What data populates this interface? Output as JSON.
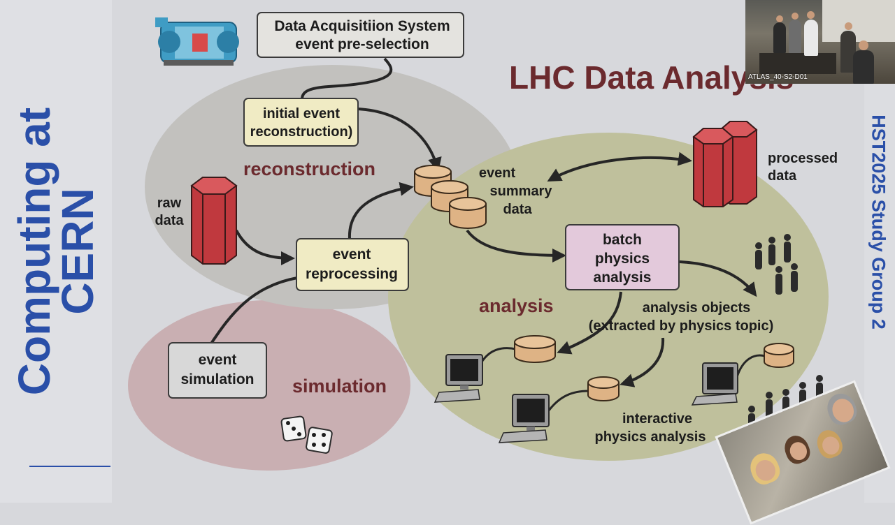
{
  "slide": {
    "left_title": "Computing at\nCERN",
    "right_title": "HST2025 Study Group 2",
    "main_title": "LHC Data Analysis"
  },
  "regions": {
    "reconstruction": "reconstruction",
    "simulation": "simulation",
    "analysis": "analysis"
  },
  "boxes": {
    "daq_line1": "Data Acquisitiion System",
    "daq_line2": "event pre-selection",
    "initial_line1": "initial event",
    "initial_line2": "reconstruction)",
    "reprocessing_line1": "event",
    "reprocessing_line2": "reprocessing",
    "simulation_line1": "event",
    "simulation_line2": "simulation",
    "batch_line1": "batch",
    "batch_line2": "physics",
    "batch_line3": "analysis"
  },
  "labels": {
    "raw_line1": "raw",
    "raw_line2": "data",
    "esd_line1": "event",
    "esd_line2": "summary",
    "esd_line3": "data",
    "processed_line1": "processed",
    "processed_line2": "data",
    "objects_line1": "analysis objects",
    "objects_line2": "(extracted by physics topic)",
    "interactive_line1": "interactive",
    "interactive_line2": "physics analysis"
  },
  "webcam": {
    "caption": "ATLAS_40-S2-D01"
  },
  "colors": {
    "title_blue": "#2a4fa8",
    "title_maroon": "#6b2a2e",
    "reconstruction_fill": "#c2c1be",
    "simulation_fill": "#c9afb2",
    "analysis_fill": "#bfc09c",
    "storage_red": "#c0393e",
    "disk_tan": "#deb385",
    "box_yellow": "#f0ebc4",
    "box_pink": "#e3c9db",
    "box_grey": "#d8d8d8"
  }
}
